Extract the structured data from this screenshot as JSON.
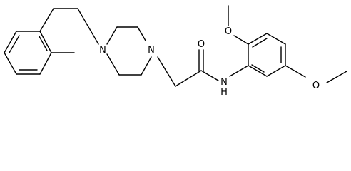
{
  "atoms": {
    "n_piperazine_left": "N",
    "n_piperazine_right": "N",
    "o_carbonyl": "O",
    "n_amide": "N",
    "h_amide": "H",
    "o_methoxy_top": "O",
    "o_methoxy_right": "O"
  },
  "colors": {
    "bond": "#000000",
    "label": "#000000",
    "background": "#ffffff"
  }
}
